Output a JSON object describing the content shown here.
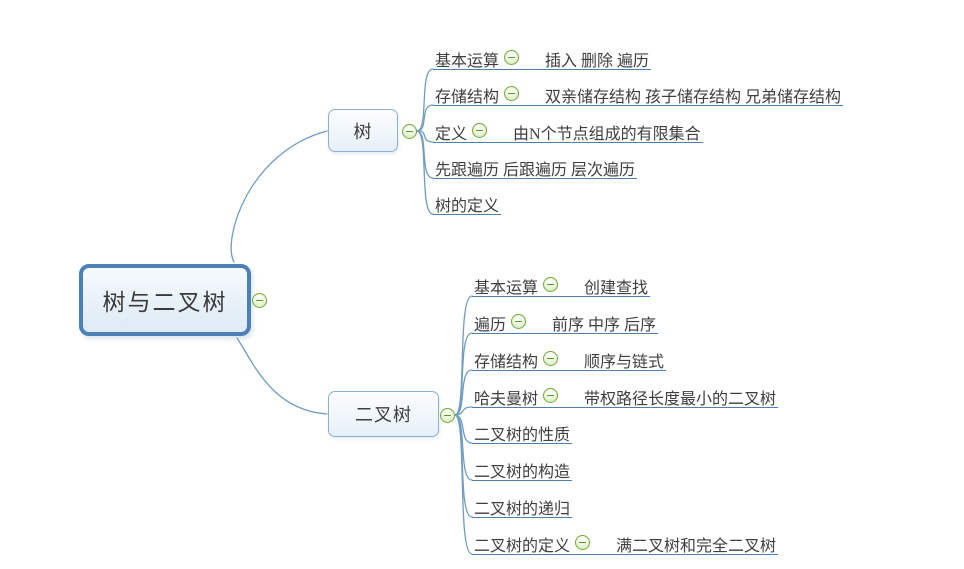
{
  "diagram": {
    "type": "mindmap",
    "root": {
      "label": "树与二叉树"
    },
    "branches": [
      {
        "label": "树",
        "children": [
          {
            "label": "基本运算",
            "has_collapse_icon": true,
            "detail": "插入 删除 遍历"
          },
          {
            "label": "存储结构",
            "has_collapse_icon": true,
            "detail": "双亲储存结构 孩子储存结构 兄弟储存结构"
          },
          {
            "label": "定义",
            "has_collapse_icon": true,
            "detail": "由N个节点组成的有限集合"
          },
          {
            "label": "先跟遍历 后跟遍历 层次遍历",
            "has_collapse_icon": false,
            "detail": ""
          },
          {
            "label": "树的定义",
            "has_collapse_icon": false,
            "detail": ""
          }
        ]
      },
      {
        "label": "二叉树",
        "children": [
          {
            "label": "基本运算",
            "has_collapse_icon": true,
            "detail": "创建查找"
          },
          {
            "label": "遍历",
            "has_collapse_icon": true,
            "detail": "前序 中序 后序"
          },
          {
            "label": "存储结构",
            "has_collapse_icon": true,
            "detail": "顺序与链式"
          },
          {
            "label": "哈夫曼树",
            "has_collapse_icon": true,
            "detail": "带权路径长度最小的二叉树"
          },
          {
            "label": "二叉树的性质",
            "has_collapse_icon": false,
            "detail": ""
          },
          {
            "label": "二叉树的构造",
            "has_collapse_icon": false,
            "detail": ""
          },
          {
            "label": "二叉树的递归",
            "has_collapse_icon": false,
            "detail": ""
          },
          {
            "label": "二叉树的定义",
            "has_collapse_icon": true,
            "detail": "满二叉树和完全二叉树"
          }
        ]
      }
    ],
    "icons": {
      "collapse": "minus-circle-icon"
    },
    "colors": {
      "wire": "#6f9cc4",
      "underline": "#4d7fb0",
      "root_border": "#4d80b6",
      "node_border": "#8fafcf",
      "node_fill": "#edf4fa",
      "collapse_icon_green": "#76a83b",
      "text": "#3f3f3f",
      "background": "#ffffff"
    }
  }
}
